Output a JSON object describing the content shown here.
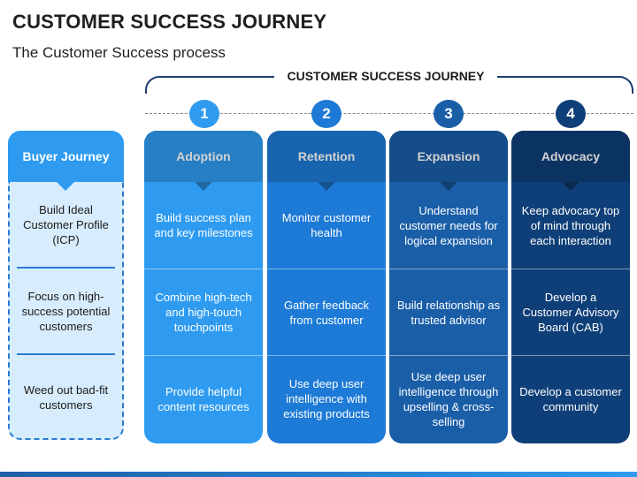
{
  "header": {
    "title": "CUSTOMER SUCCESS JOURNEY",
    "subtitle": "The Customer Success process"
  },
  "journey_label": "CUSTOMER SUCCESS JOURNEY",
  "buyer": {
    "title": "Buyer Journey",
    "items": [
      "Build Ideal Customer Profile (ICP)",
      "Focus on high-success potential customers",
      "Weed out bad-fit customers"
    ]
  },
  "stages": [
    {
      "number": "1",
      "title": "Adoption",
      "color": "#2e9bf0",
      "items": [
        "Build success plan and key milestones",
        "Combine high-tech and high-touch touchpoints",
        "Provide helpful content resources"
      ]
    },
    {
      "number": "2",
      "title": "Retention",
      "color": "#1d7ad6",
      "items": [
        "Monitor customer health",
        "Gather feedback from customer",
        "Use deep user intelligence with existing products"
      ]
    },
    {
      "number": "3",
      "title": "Expansion",
      "color": "#1a5ea8",
      "items": [
        "Understand customer needs for logical expansion",
        "Build relationship as trusted advisor",
        "Use deep user intelligence through upselling & cross-selling"
      ]
    },
    {
      "number": "4",
      "title": "Advocacy",
      "color": "#0f3f78",
      "items": [
        "Keep advocacy top of mind through each interaction",
        "Develop a Customer Advisory Board (CAB)",
        "Develop a customer community"
      ]
    }
  ]
}
